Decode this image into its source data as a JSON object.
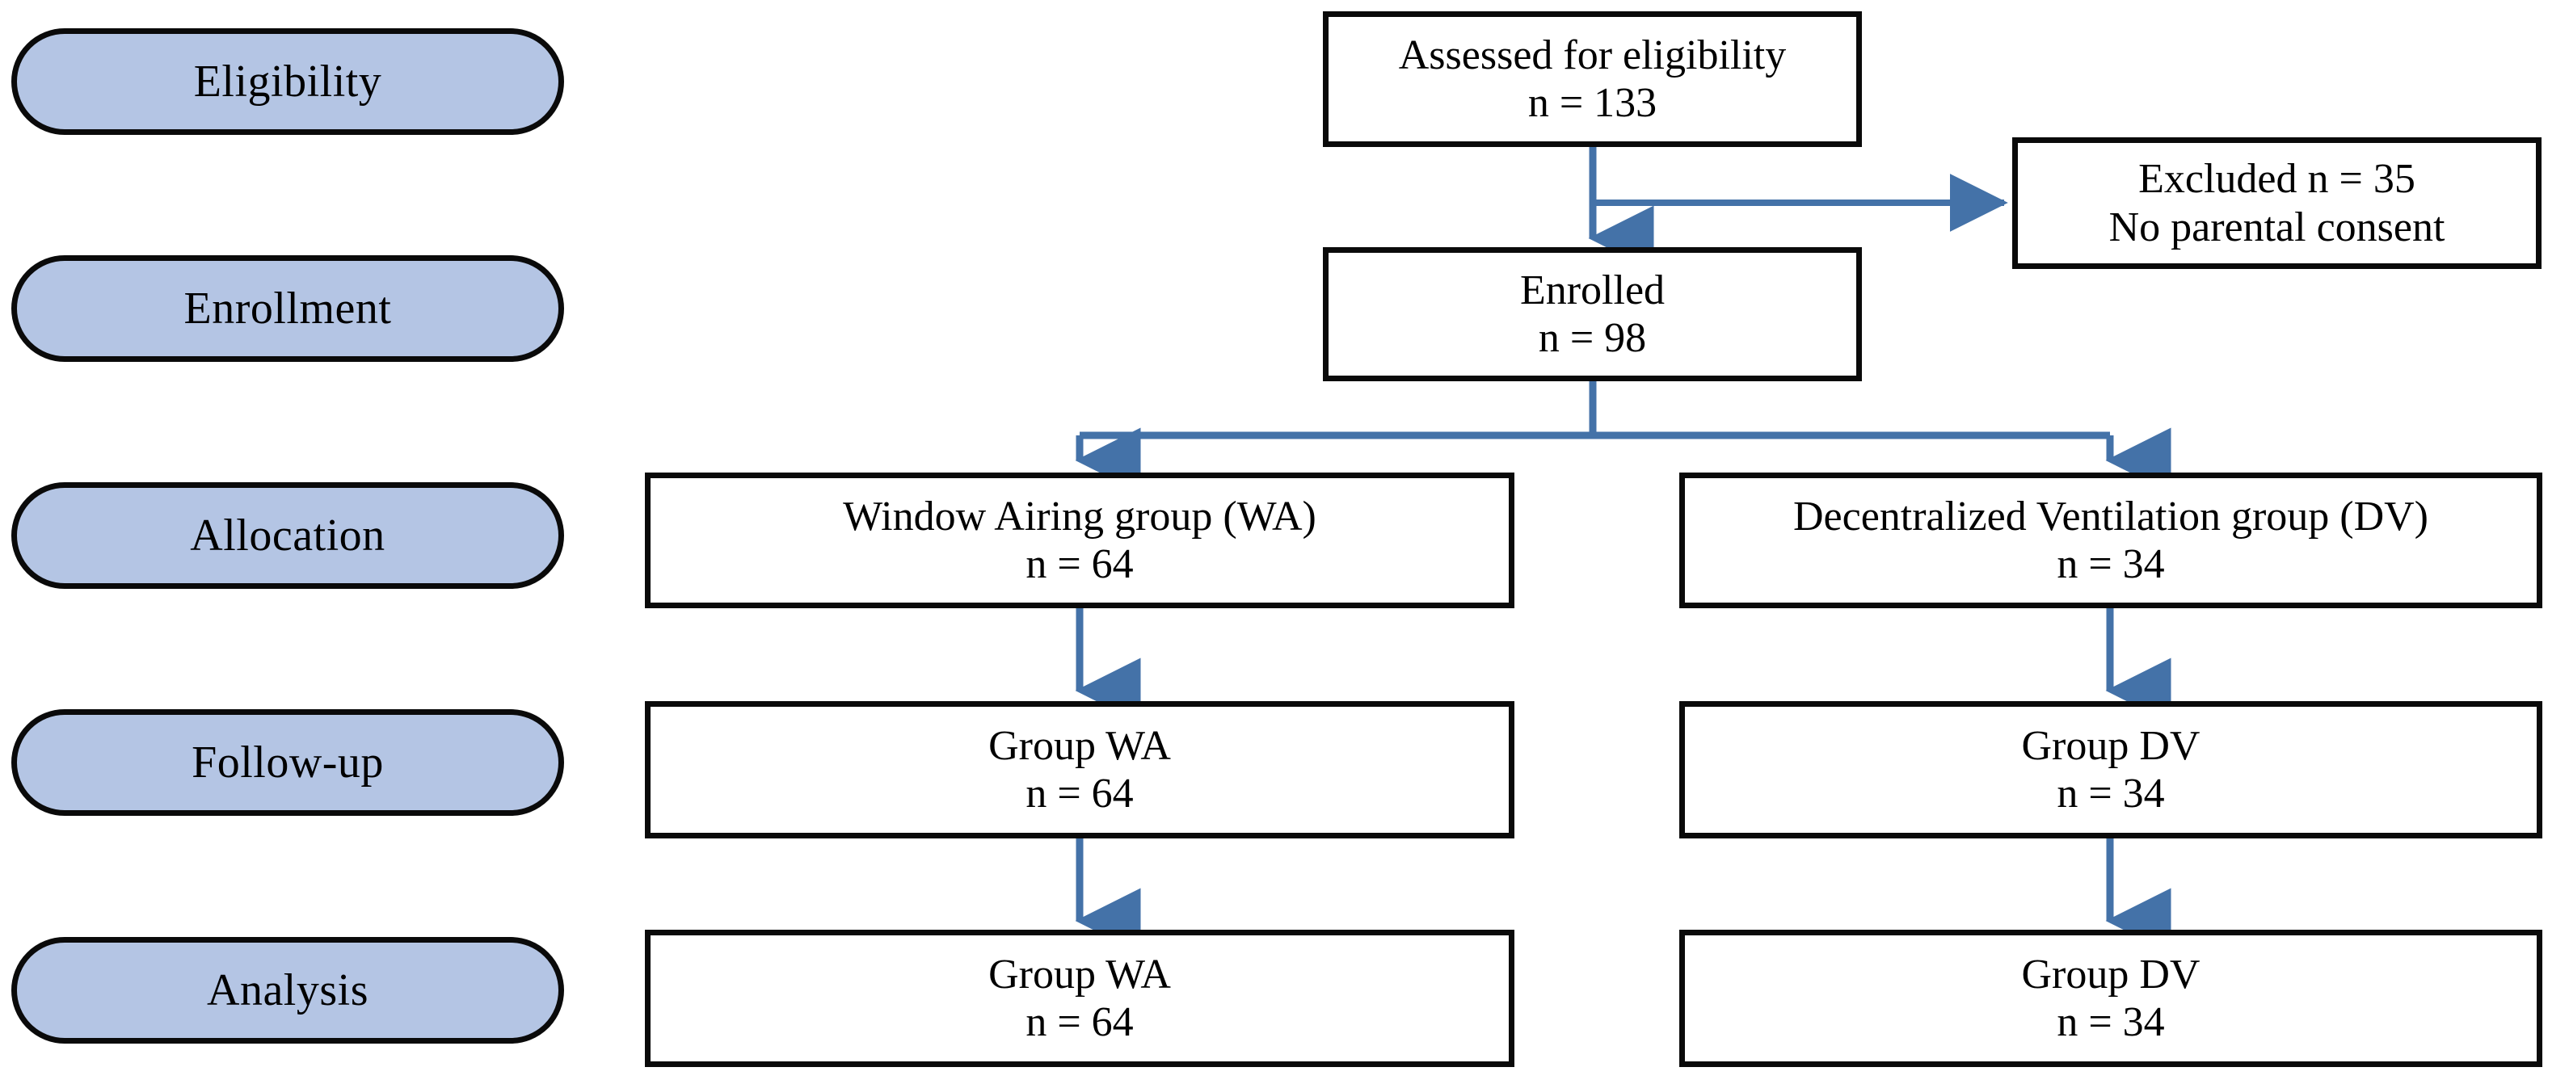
{
  "diagram": {
    "title": "CONSORT participant flow diagram",
    "colors": {
      "stage_fill": "#b4c5e4",
      "box_fill": "#ffffff",
      "border": "#0a0a0a",
      "connector": "#4472a8",
      "text": "#000000"
    }
  },
  "stages": [
    {
      "id": "eligibility",
      "label": "Eligibility"
    },
    {
      "id": "enrollment",
      "label": "Enrollment"
    },
    {
      "id": "allocation",
      "label": "Allocation"
    },
    {
      "id": "followup",
      "label": "Follow-up"
    },
    {
      "id": "analysis",
      "label": "Analysis"
    }
  ],
  "nodes": {
    "assessed": {
      "line1": "Assessed for eligibility",
      "line2": "n = 133",
      "n": 133
    },
    "excluded": {
      "line1": "Excluded n = 35",
      "line2": "No parental consent",
      "n": 35
    },
    "enrolled": {
      "line1": "Enrolled",
      "line2": "n = 98",
      "n": 98
    },
    "alloc_wa": {
      "line1": "Window Airing group (WA)",
      "line2": "n = 64",
      "n": 64
    },
    "alloc_dv": {
      "line1": "Decentralized Ventilation group (DV)",
      "line2": "n = 34",
      "n": 34
    },
    "follow_wa": {
      "line1": "Group WA",
      "line2": "n = 64",
      "n": 64
    },
    "follow_dv": {
      "line1": "Group DV",
      "line2": "n = 34",
      "n": 34
    },
    "analysis_wa": {
      "line1": "Group WA",
      "line2": "n = 64",
      "n": 64
    },
    "analysis_dv": {
      "line1": "Group DV",
      "line2": "n = 34",
      "n": 34
    }
  },
  "flows": [
    {
      "from": "assessed",
      "to": "enrolled",
      "kind": "down-arrow"
    },
    {
      "from": "assessed",
      "to": "excluded",
      "kind": "right-arrow"
    },
    {
      "from": "enrolled",
      "to": "alloc_wa",
      "kind": "split-left-arrow"
    },
    {
      "from": "enrolled",
      "to": "alloc_dv",
      "kind": "split-right-arrow"
    },
    {
      "from": "alloc_wa",
      "to": "follow_wa",
      "kind": "down-arrow"
    },
    {
      "from": "alloc_dv",
      "to": "follow_dv",
      "kind": "down-arrow"
    },
    {
      "from": "follow_wa",
      "to": "analysis_wa",
      "kind": "down-arrow"
    },
    {
      "from": "follow_dv",
      "to": "analysis_dv",
      "kind": "down-arrow"
    }
  ]
}
